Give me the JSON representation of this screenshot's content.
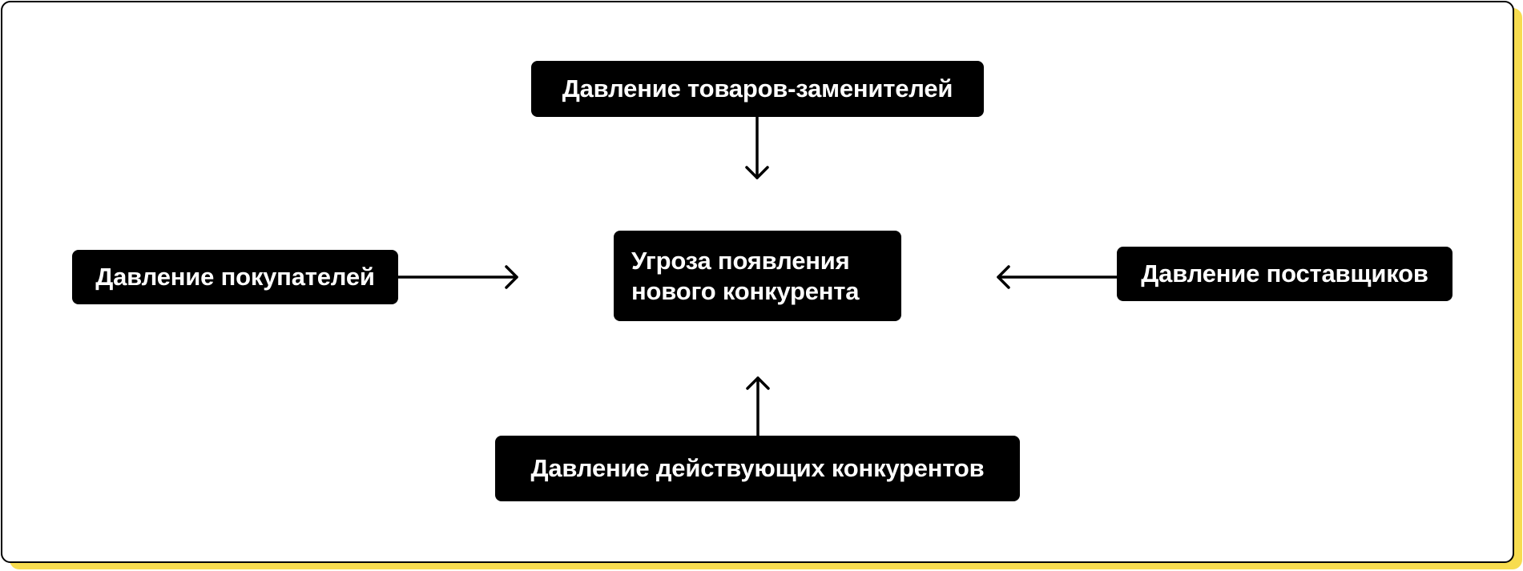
{
  "diagram": {
    "title": "",
    "colors": {
      "box": "#000000",
      "text": "#ffffff",
      "frame_border": "#000000",
      "frame_shadow": "#f7dc4f",
      "background": "#ffffff"
    },
    "center": {
      "id": "new-entrants",
      "label": "Угроза появления нового конкурента",
      "lines": [
        "Угроза появления",
        "нового конкурента"
      ]
    },
    "forces": [
      {
        "id": "substitutes",
        "label": "Давление товаров-заменителей",
        "position": "top",
        "arrow_to": "new-entrants"
      },
      {
        "id": "buyers",
        "label": "Давление покупателей",
        "position": "left",
        "arrow_to": "new-entrants"
      },
      {
        "id": "suppliers",
        "label": "Давление поставщиков",
        "position": "right",
        "arrow_to": "new-entrants"
      },
      {
        "id": "rivals",
        "label": "Давление действующих конкурентов",
        "position": "bottom",
        "arrow_to": "new-entrants"
      }
    ]
  }
}
